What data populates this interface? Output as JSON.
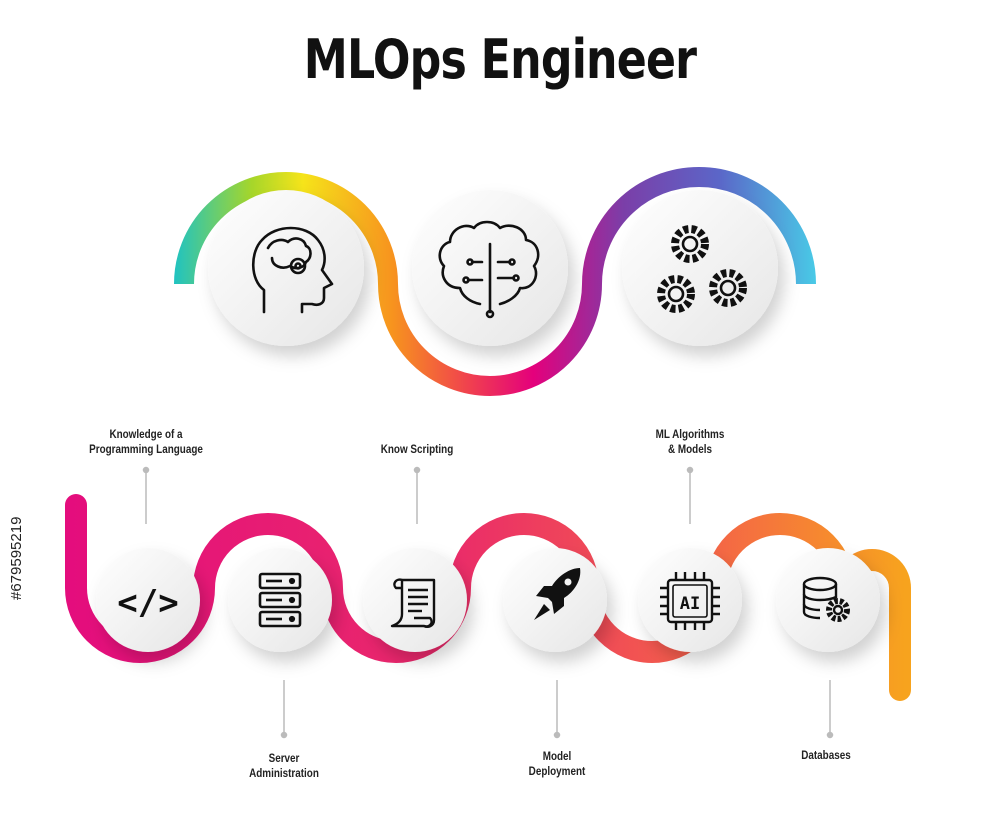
{
  "title": "MLOps Engineer",
  "steps": [
    {
      "label_line1": "Knowledge of a",
      "label_line2": "Programming Language",
      "icon": "code-icon"
    },
    {
      "label_line1": "Server",
      "label_line2": "Administration",
      "icon": "server-icon"
    },
    {
      "label_line1": "Know Scripting",
      "label_line2": "",
      "icon": "scroll-icon"
    },
    {
      "label_line1": "Model",
      "label_line2": "Deployment",
      "icon": "rocket-icon"
    },
    {
      "label_line1": "ML Algorithms",
      "label_line2": "& Models",
      "icon": "ai-chip-icon"
    },
    {
      "label_line1": "Databases",
      "label_line2": "",
      "icon": "database-gear-icon"
    }
  ],
  "top_icons": [
    "head-gear-icon",
    "brain-circuit-icon",
    "gears-icon"
  ],
  "code_glyph": "</>",
  "ai_glyph": "AI",
  "stock_id": "#679595219",
  "colors": {
    "cyan": "#2cc6c9",
    "yellow": "#f4e61a",
    "orange": "#f7931e",
    "pink": "#e4007c",
    "purple": "#7b3ea8",
    "blue": "#49c5e8",
    "magenta": "#e0197e",
    "circle": "#f3f3f3"
  }
}
